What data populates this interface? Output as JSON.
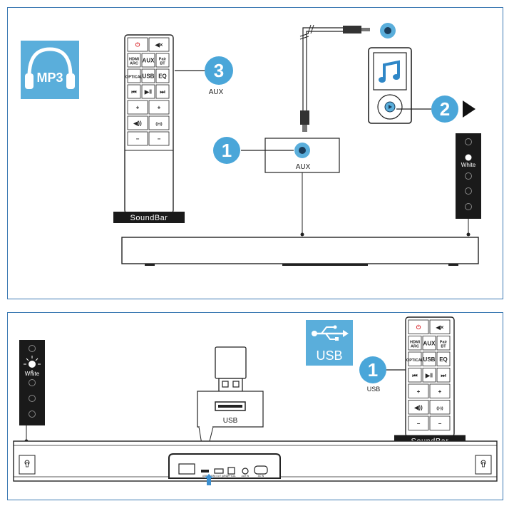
{
  "top_panel": {
    "mp3_icon_label": "MP3",
    "remote": {
      "brand": "SoundBar",
      "buttons": [
        {
          "key": "power",
          "label": "⏻",
          "color": "#d9252a"
        },
        {
          "key": "mute",
          "label": "◀×",
          "color": "#222222"
        },
        {
          "key": "hdmi_arc",
          "label": "HDMI\nARC"
        },
        {
          "key": "aux",
          "label": "AUX"
        },
        {
          "key": "pair_bt",
          "label": "Pair\nBT"
        },
        {
          "key": "optical",
          "label": "OPTICAL"
        },
        {
          "key": "usb",
          "label": "USB"
        },
        {
          "key": "eq",
          "label": "EQ"
        },
        {
          "key": "prev",
          "label": "⏮"
        },
        {
          "key": "play_pause",
          "label": "▶‖"
        },
        {
          "key": "next",
          "label": "⏭"
        },
        {
          "key": "vol_plus",
          "label": "+"
        },
        {
          "key": "bass_plus",
          "label": "+"
        },
        {
          "key": "vol_icon",
          "label": "◀))"
        },
        {
          "key": "bass_icon",
          "label": "((•))"
        },
        {
          "key": "vol_minus",
          "label": "−"
        },
        {
          "key": "bass_minus",
          "label": "−"
        }
      ]
    },
    "step_3": {
      "number": "3",
      "label": "AUX"
    },
    "step_2": {
      "number": "2",
      "play_symbol": "▶"
    },
    "step_1": {
      "number": "1"
    },
    "aux_port_label": "AUX",
    "led_label": "White"
  },
  "bottom_panel": {
    "led_label": "White",
    "usb_port_label": "USB",
    "usb_icon_label": "USB",
    "step_1": {
      "number": "1",
      "label": "USB"
    },
    "remote_brand": "SoundBar",
    "rear_port_labels": [
      "USB",
      "HDMI OUT (ARC)",
      "OPTICAL",
      "AUX IN",
      "AC IN"
    ]
  },
  "colors": {
    "border": "#3d7ab3",
    "accent_blue": "#5aaedb",
    "step_circle": "#4aa6d9",
    "dark": "#222222",
    "usb_arrow": "#3b8fd0"
  }
}
